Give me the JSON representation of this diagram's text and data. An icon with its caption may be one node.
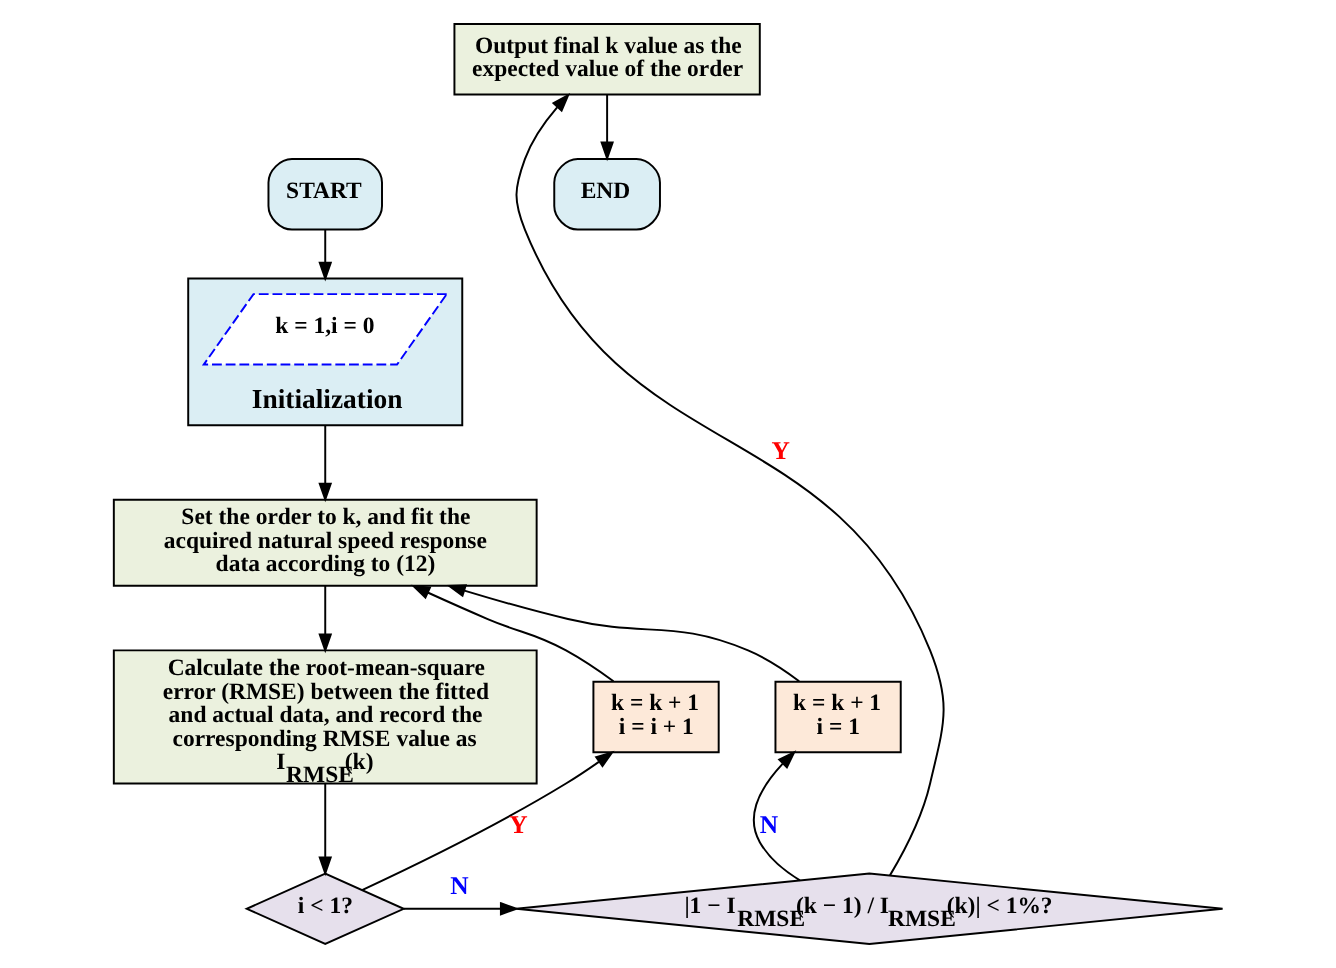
{
  "diagram": {
    "nodes": [
      {
        "text": [
          "START"
        ]
      },
      {
        "text": [
          "Initialization"
        ]
      },
      {
        "text": [
          "k = 1,i = 0"
        ],
        "in": 1
      },
      {
        "text": [
          "Set the order to k, and fit the acquired natural speed response data according to (12)"
        ]
      },
      {
        "text": [
          "Calculate the root-mean-square error (RMSE) between the fitted and actual data, and record the corresponding RMSE value as I$_{RMSE}$(k)"
        ]
      },
      {
        "text": [
          "i < 1?"
        ]
      },
      {
        "text": [
          "k = k + 1",
          "i = i + 1"
        ]
      },
      {
        "text": [
          "k = k + 1",
          "i = 1"
        ]
      },
      {
        "text": [
          "|1 − I$_{RMSE}$(k − 1) / I$_{RMSE}$(k)| < 1%?"
        ]
      },
      {
        "text": [
          "Output final k value as the expected value of the order"
        ]
      },
      {
        "text": [
          "END"
        ]
      }
    ],
    "edges": [
      {
        "from": 0,
        "to": 1,
        "arrow": "to"
      },
      {
        "from": 1,
        "to": 3,
        "arrow": "to"
      },
      {
        "from": 3,
        "to": 4,
        "arrow": "to"
      },
      {
        "from": 4,
        "to": 5,
        "arrow": "to"
      },
      {
        "from": 5,
        "to": 6,
        "arrow": "to",
        "label": "Y"
      },
      {
        "from": 6,
        "to": 3,
        "arrow": "to"
      },
      {
        "from": 5,
        "to": 8,
        "arrow": "to",
        "label": "N"
      },
      {
        "from": 8,
        "to": 7,
        "arrow": "to",
        "label": "N"
      },
      {
        "from": 7,
        "to": 3,
        "arrow": "to"
      },
      {
        "from": 8,
        "to": 9,
        "arrow": "to",
        "label": "Y"
      },
      {
        "from": 9,
        "to": 10,
        "arrow": "to"
      }
    ]
  }
}
